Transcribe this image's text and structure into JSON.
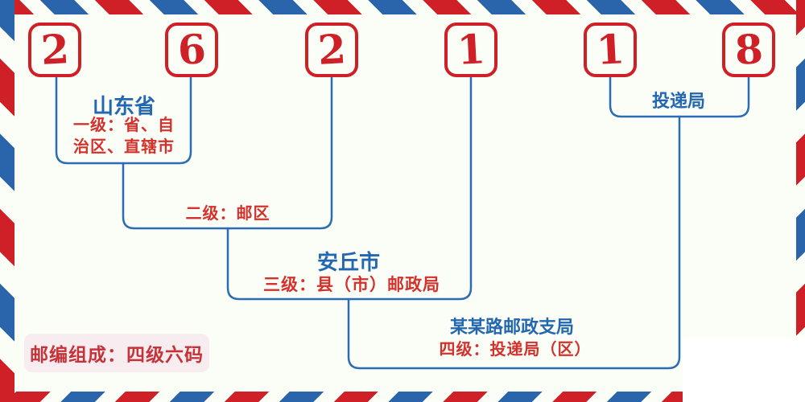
{
  "canvas": {
    "background": "#fbfdf7",
    "stripe_red": "#cf2027",
    "stripe_blue": "#2a64ab",
    "line_blue": "#2b6cb3",
    "text_blue": "#2267af",
    "text_red": "#d3312b"
  },
  "postal_code": {
    "digits": [
      "2",
      "6",
      "2",
      "1",
      "1",
      "8"
    ]
  },
  "labels": {
    "level1": {
      "title": "山东省",
      "desc_line1": "一级：省、自",
      "desc_line2": "治区、直辖市"
    },
    "level2": {
      "desc": "二级：邮区"
    },
    "level3": {
      "title": "安丘市",
      "desc": "三级：县（市）邮政局"
    },
    "level4": {
      "title": "某某路邮政支局",
      "desc": "四级：投递局（区）"
    },
    "delivery": {
      "title": "投递局"
    }
  },
  "badge": {
    "text": "邮编组成：四级六码",
    "background": "#f7edf0",
    "text_color": "#c53338"
  }
}
